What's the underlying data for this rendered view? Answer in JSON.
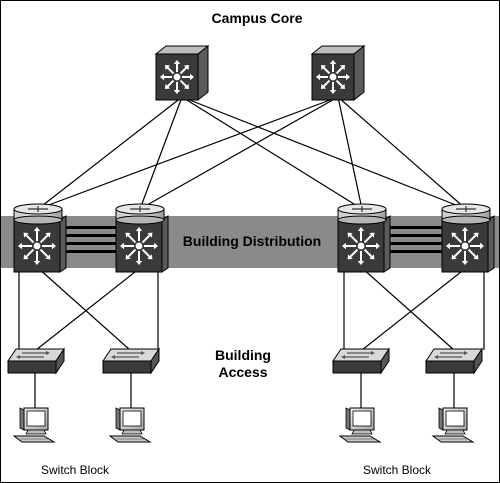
{
  "labels": {
    "campus_core": "Campus Core",
    "building_distribution": "Building Distribution",
    "building_access_line1": "Building",
    "building_access_line2": "Access",
    "switch_block_left": "Switch Block",
    "switch_block_right": "Switch Block"
  },
  "icons": {
    "core": "multilayer-switch-icon",
    "distribution": "layer3-switch-icon",
    "access": "workgroup-switch-icon",
    "workstation": "workstation-icon"
  },
  "colors": {
    "background": "#ffffff",
    "distribution_band": "#8a8a8a",
    "device_light": "#dcdcdc",
    "device_dark": "#3a3a3a",
    "line": "#000000"
  }
}
